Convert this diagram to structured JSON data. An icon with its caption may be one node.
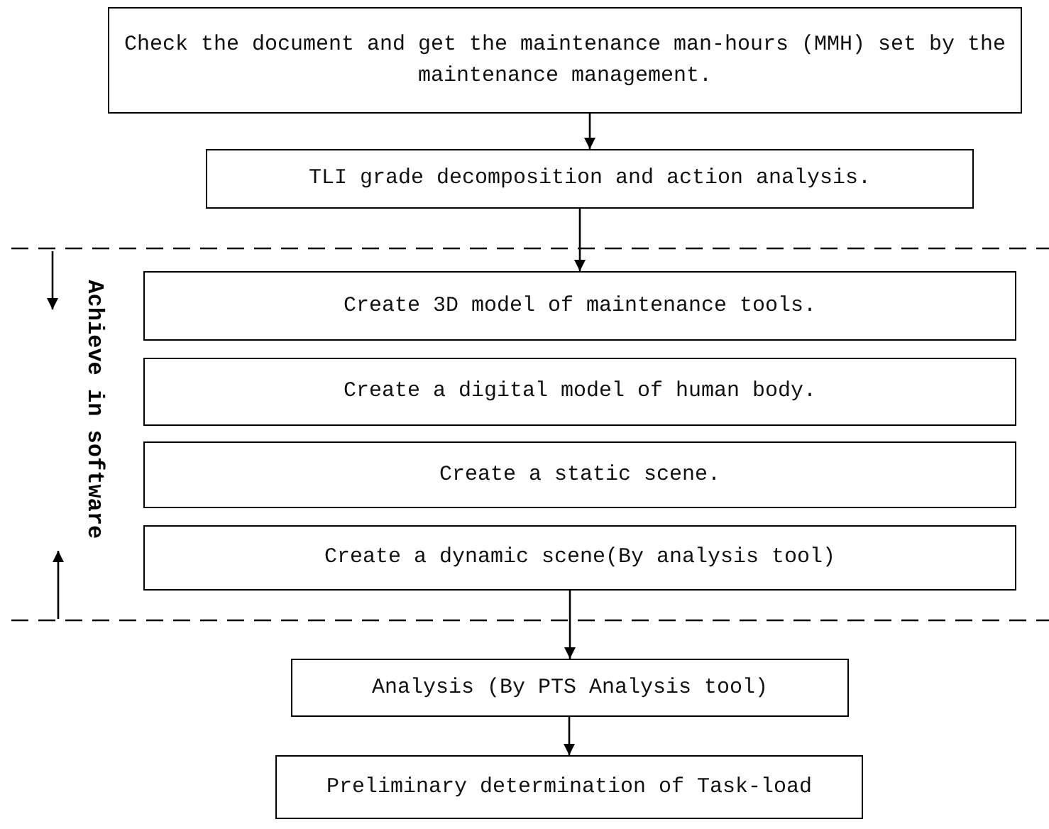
{
  "diagram": {
    "nodes": [
      {
        "text": [
          "Check the document and get the maintenance man-hours (MMH) set by the maintenance management."
        ]
      },
      {
        "text": [
          "TLI grade decomposition and action analysis."
        ]
      },
      {
        "text": [
          "Create 3D model of maintenance tools."
        ]
      },
      {
        "text": [
          "Create a digital model of human body."
        ]
      },
      {
        "text": [
          "Create a static scene."
        ]
      },
      {
        "text": [
          "Create a dynamic scene(By analysis tool)"
        ]
      },
      {
        "text": [
          "Analysis (By PTS Analysis tool)"
        ]
      },
      {
        "text": [
          "Preliminary determination of Task-load"
        ]
      }
    ],
    "edges": [
      {
        "from": 0,
        "to": 1,
        "arrow": "to"
      },
      {
        "from": 1,
        "to": 2,
        "arrow": "to"
      },
      {
        "from": 5,
        "to": 6,
        "arrow": "to"
      },
      {
        "from": 6,
        "to": 7,
        "arrow": "to"
      }
    ],
    "labels": [
      "Achieve in software"
    ]
  }
}
